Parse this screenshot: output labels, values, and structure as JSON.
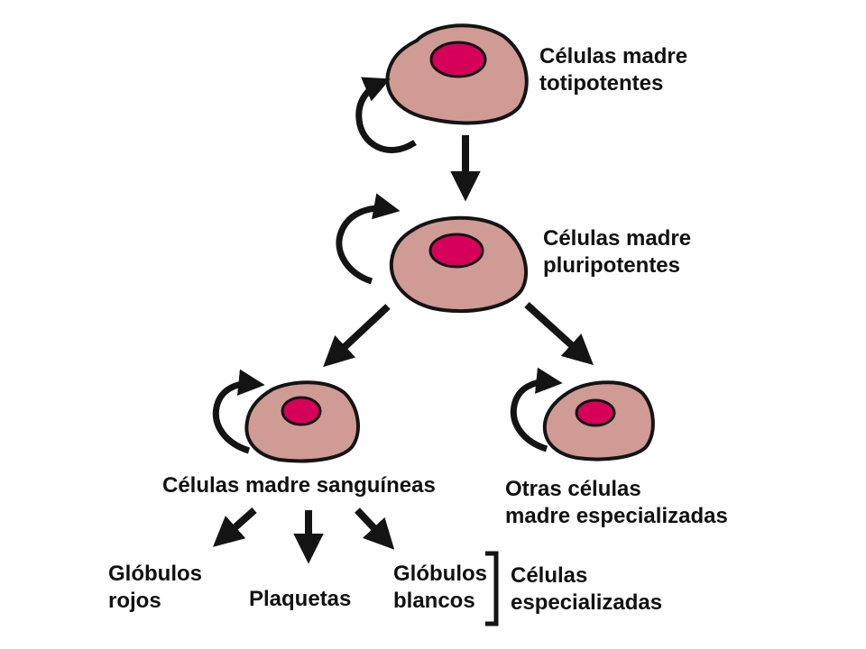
{
  "colors": {
    "cell_fill": "#cf9b94",
    "cell_outline": "#141414",
    "nucleus": "#d6005a",
    "arrow": "#141414",
    "text": "#111111",
    "background": "#ffffff"
  },
  "labels": {
    "totipotent": [
      "Células madre",
      "totipotentes"
    ],
    "pluripotent": [
      "Células madre",
      "pluripotentes"
    ],
    "blood_stem": [
      "Células madre sanguíneas"
    ],
    "other_specialized": [
      "Otras células",
      "madre especializadas"
    ],
    "red_cells": [
      "Glóbulos",
      "rojos"
    ],
    "platelets": [
      "Plaquetas"
    ],
    "white_cells": [
      "Glóbulos",
      "blancos"
    ],
    "specialized": [
      "Células",
      "especializadas"
    ]
  },
  "icons": {
    "self_renewal": "circular-arrow-icon",
    "differentiation": "down-arrow-icon"
  }
}
